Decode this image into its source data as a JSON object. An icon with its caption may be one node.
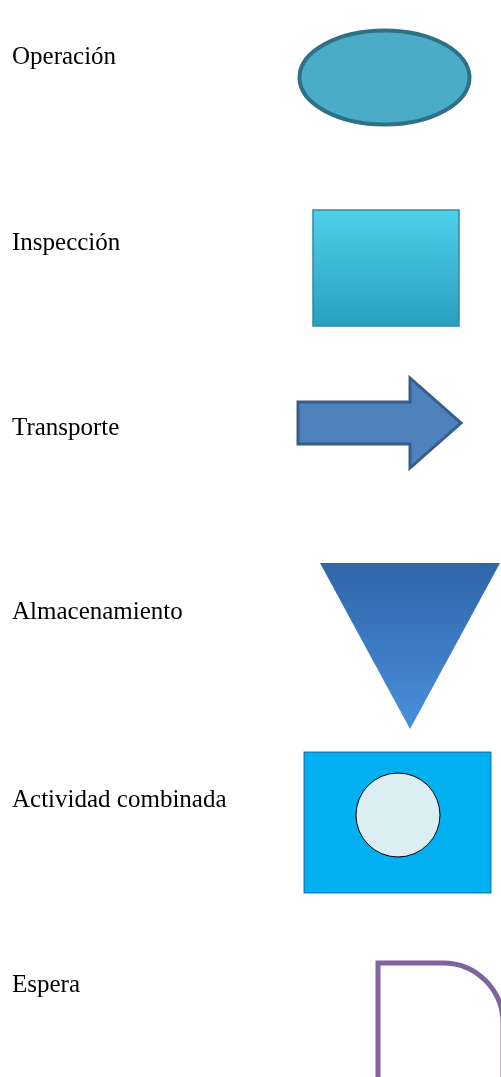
{
  "diagram": {
    "legend": [
      {
        "text": "Operación"
      },
      {
        "text": "Inspección"
      },
      {
        "text": "Transporte"
      },
      {
        "text": "Almacenamiento"
      },
      {
        "text": "Actividad combinada"
      },
      {
        "text": "Espera"
      }
    ]
  }
}
